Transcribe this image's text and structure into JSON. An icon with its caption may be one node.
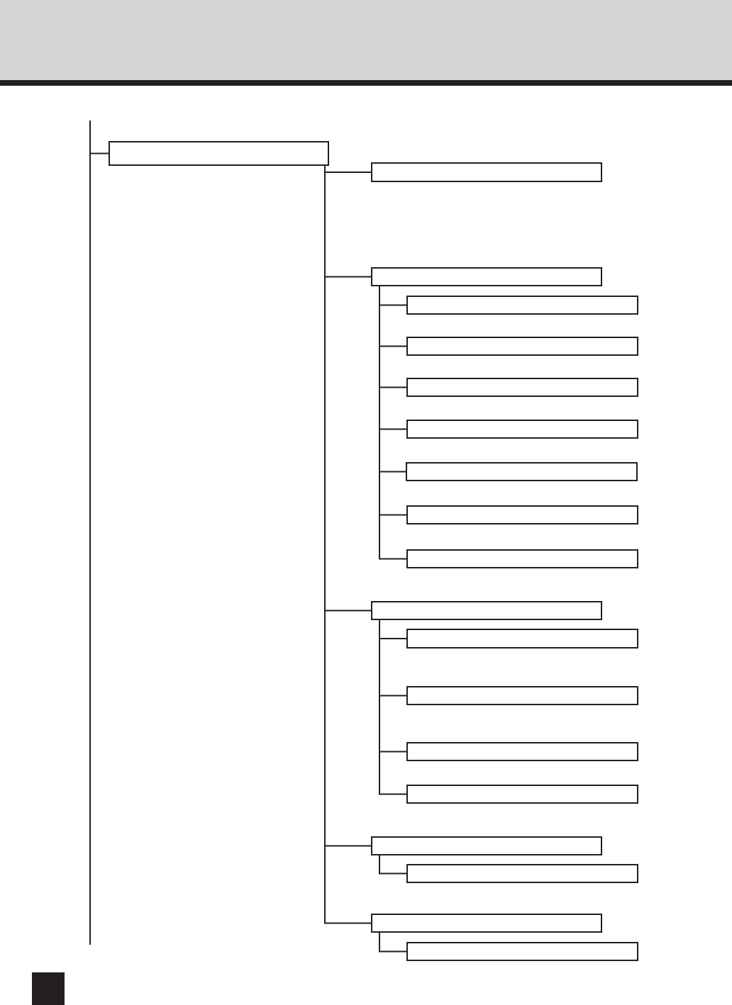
{
  "diagram": {
    "nodes": [
      {
        "text": [],
        "shape": "box"
      },
      {
        "text": [],
        "shape": "box"
      },
      {
        "text": [],
        "shape": "box"
      },
      {
        "text": [],
        "shape": "box"
      },
      {
        "text": [],
        "shape": "box"
      },
      {
        "text": [],
        "shape": "box"
      },
      {
        "text": [],
        "shape": "box"
      },
      {
        "text": [],
        "shape": "box"
      },
      {
        "text": [],
        "shape": "box"
      },
      {
        "text": [],
        "shape": "box"
      },
      {
        "text": [],
        "shape": "box"
      },
      {
        "text": [],
        "shape": "box"
      },
      {
        "text": [],
        "shape": "box"
      },
      {
        "text": [],
        "shape": "box"
      },
      {
        "text": [],
        "shape": "box"
      },
      {
        "text": [],
        "shape": "box"
      },
      {
        "text": [],
        "shape": "box"
      },
      {
        "text": [],
        "shape": "box"
      },
      {
        "text": [],
        "shape": "box"
      }
    ],
    "edges": [
      {
        "from": null,
        "to": 0,
        "arrow": "none"
      },
      {
        "from": 0,
        "to": 1,
        "arrow": "none"
      },
      {
        "from": 0,
        "to": 2,
        "arrow": "none"
      },
      {
        "from": 0,
        "to": 10,
        "arrow": "none"
      },
      {
        "from": 0,
        "to": 15,
        "arrow": "none"
      },
      {
        "from": 0,
        "to": 17,
        "arrow": "none"
      },
      {
        "from": 2,
        "to": 3,
        "arrow": "none"
      },
      {
        "from": 2,
        "to": 4,
        "arrow": "none"
      },
      {
        "from": 2,
        "to": 5,
        "arrow": "none"
      },
      {
        "from": 2,
        "to": 6,
        "arrow": "none"
      },
      {
        "from": 2,
        "to": 7,
        "arrow": "none"
      },
      {
        "from": 2,
        "to": 8,
        "arrow": "none"
      },
      {
        "from": 2,
        "to": 9,
        "arrow": "none"
      },
      {
        "from": 10,
        "to": 11,
        "arrow": "none"
      },
      {
        "from": 10,
        "to": 12,
        "arrow": "none"
      },
      {
        "from": 10,
        "to": 13,
        "arrow": "none"
      },
      {
        "from": 10,
        "to": 14,
        "arrow": "none"
      },
      {
        "from": 15,
        "to": 16,
        "arrow": "none"
      },
      {
        "from": 17,
        "to": 18,
        "arrow": "none"
      }
    ]
  }
}
